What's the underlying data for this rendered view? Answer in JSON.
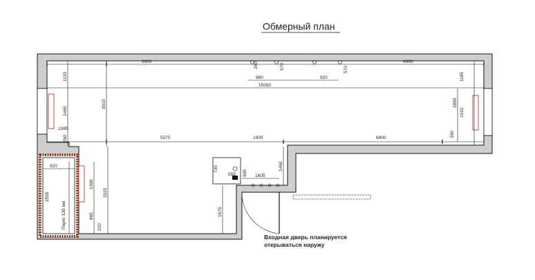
{
  "title": "Обмерный план",
  "note": {
    "line1": "Входная дверь планируется",
    "line2": "открываться наружу"
  },
  "dimensions": {
    "top_left": "6930",
    "top_right": "4960",
    "small_a": "260",
    "small_b": "570",
    "small_c": "570",
    "seg_960": "960",
    "seg_920": "920",
    "overall": "15050",
    "left_1120": "1120",
    "left_3010": "3010",
    "left_1465": "1465",
    "left_1085": "1085",
    "left_260": "260",
    "right_1185": "1185",
    "right_2895": "2895",
    "right_1510": "1510",
    "right_300": "300",
    "mid_5270": "5270",
    "mid_1900": "1900",
    "mid_6800": "6800",
    "b_920": "920",
    "b_2555": "2555",
    "b_1360": "1360",
    "b_865": "865",
    "b_3115": "3115",
    "b_220": "220",
    "b_1675": "1675",
    "b_730": "730",
    "b_555": "555",
    "b_905": "905",
    "b_1605": "1605",
    "b_1460": "1460",
    "podium": "Порог 130 мм"
  },
  "colors": {
    "wall_fill": "#cfcfcf",
    "brick": "#8b3a1a",
    "line": "#111111"
  }
}
